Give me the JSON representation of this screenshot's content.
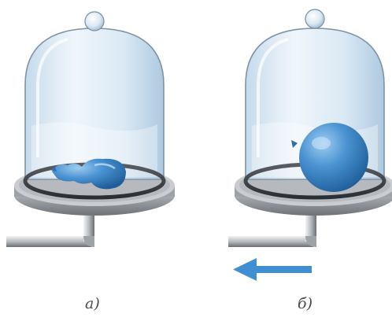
{
  "figure": {
    "panels": [
      {
        "id": "a",
        "caption": "а)",
        "balloon_state": "deflated"
      },
      {
        "id": "b",
        "caption": "б)",
        "balloon_state": "inflated"
      }
    ],
    "arrow": {
      "direction": "left",
      "color": "#3f8fd2"
    },
    "colors": {
      "glass": "#d6e7f4",
      "glass_edge": "#8aa0b3",
      "balloon": "#3e86c8",
      "plate_metal": "#b5b9bd",
      "plate_ring": "#3c3f44",
      "knob": "#e8f1f8"
    }
  }
}
